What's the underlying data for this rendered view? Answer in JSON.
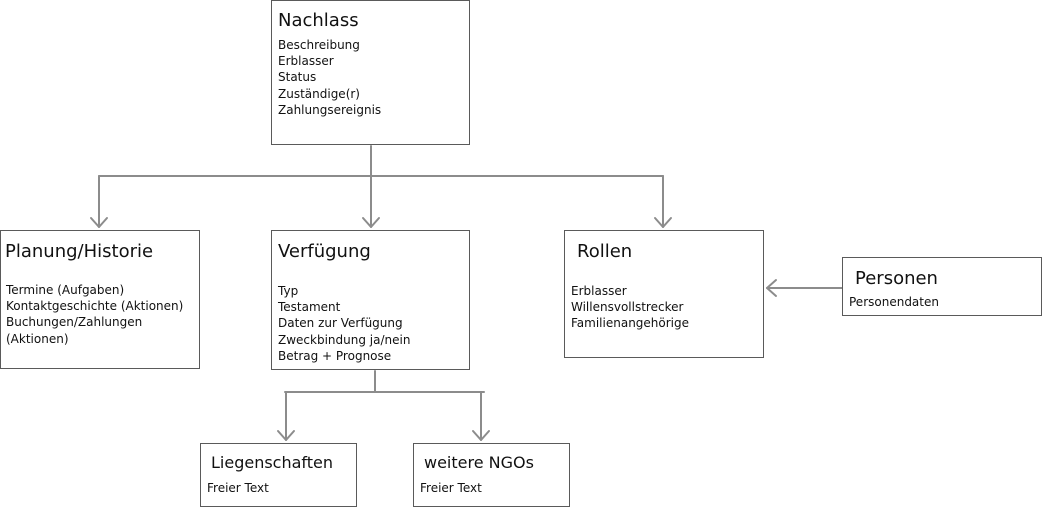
{
  "diagram": {
    "nachlass": {
      "title": "Nachlass",
      "lines": [
        "Beschreibung",
        "Erblasser",
        "Status",
        "Zuständige(r)",
        "Zahlungsereignis"
      ]
    },
    "planung": {
      "title": "Planung/Historie",
      "lines": [
        "Termine (Aufgaben)",
        "Kontaktgeschichte (Aktionen)",
        "Buchungen/Zahlungen",
        "(Aktionen)"
      ]
    },
    "verfuegung": {
      "title": "Verfügung",
      "lines": [
        "Typ",
        "Testament",
        "Daten zur Verfügung",
        "Zweckbindung ja/nein",
        "Betrag + Prognose"
      ]
    },
    "rollen": {
      "title": "Rollen",
      "lines": [
        "Erblasser",
        "Willensvollstrecker",
        "Familienangehörige"
      ]
    },
    "personen": {
      "title": "Personen",
      "lines": [
        "Personendaten"
      ]
    },
    "liegenschaften": {
      "title": "Liegenschaften",
      "lines": [
        "Freier Text"
      ]
    },
    "ngos": {
      "title": "weitere NGOs",
      "lines": [
        "Freier Text"
      ]
    }
  },
  "colors": {
    "connector": "#8c8c8c",
    "border": "#5a5a5a"
  }
}
